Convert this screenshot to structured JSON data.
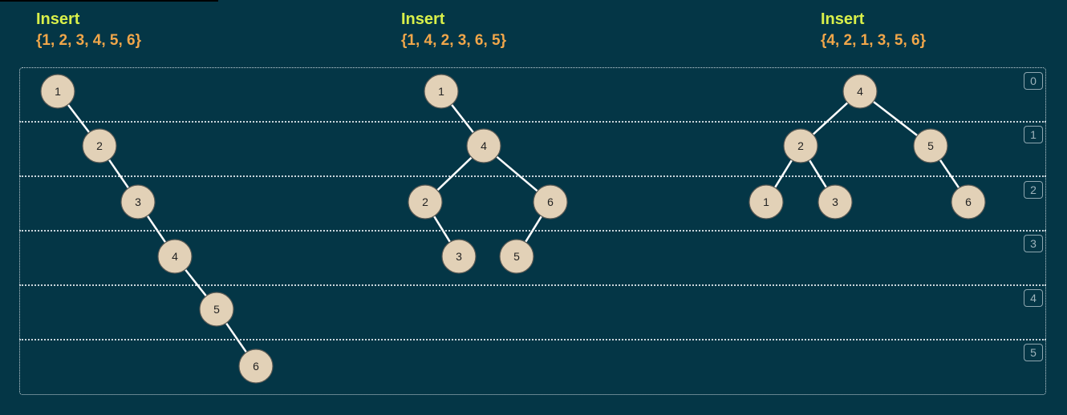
{
  "trees": [
    {
      "title": "Insert",
      "sequence": "{1, 2, 3, 4, 5, 6}",
      "nodes": [
        {
          "label": "1",
          "depth": 0
        },
        {
          "label": "2",
          "depth": 1
        },
        {
          "label": "3",
          "depth": 2
        },
        {
          "label": "4",
          "depth": 3
        },
        {
          "label": "5",
          "depth": 4
        },
        {
          "label": "6",
          "depth": 5
        }
      ],
      "edges": [
        [
          "1",
          "2"
        ],
        [
          "2",
          "3"
        ],
        [
          "3",
          "4"
        ],
        [
          "4",
          "5"
        ],
        [
          "5",
          "6"
        ]
      ]
    },
    {
      "title": "Insert",
      "sequence": "{1, 4, 2, 3, 6, 5}",
      "nodes": [
        {
          "label": "1",
          "depth": 0
        },
        {
          "label": "4",
          "depth": 1
        },
        {
          "label": "2",
          "depth": 2
        },
        {
          "label": "6",
          "depth": 2
        },
        {
          "label": "3",
          "depth": 3
        },
        {
          "label": "5",
          "depth": 3
        }
      ],
      "edges": [
        [
          "1",
          "4"
        ],
        [
          "4",
          "2"
        ],
        [
          "4",
          "6"
        ],
        [
          "2",
          "3"
        ],
        [
          "6",
          "5"
        ]
      ]
    },
    {
      "title": "Insert",
      "sequence": "{4, 2, 1, 3, 5, 6}",
      "nodes": [
        {
          "label": "4",
          "depth": 0
        },
        {
          "label": "2",
          "depth": 1
        },
        {
          "label": "5",
          "depth": 1
        },
        {
          "label": "1",
          "depth": 2
        },
        {
          "label": "3",
          "depth": 2
        },
        {
          "label": "6",
          "depth": 2
        }
      ],
      "edges": [
        [
          "4",
          "2"
        ],
        [
          "4",
          "5"
        ],
        [
          "2",
          "1"
        ],
        [
          "2",
          "3"
        ],
        [
          "5",
          "6"
        ]
      ]
    }
  ],
  "levels": [
    "0",
    "1",
    "2",
    "3",
    "4",
    "5"
  ],
  "colors": {
    "background": "#043646",
    "title": "#d9f04a",
    "sequence": "#f0a64a",
    "node_fill": "#e2d1b7",
    "edge": "#ffffff"
  }
}
